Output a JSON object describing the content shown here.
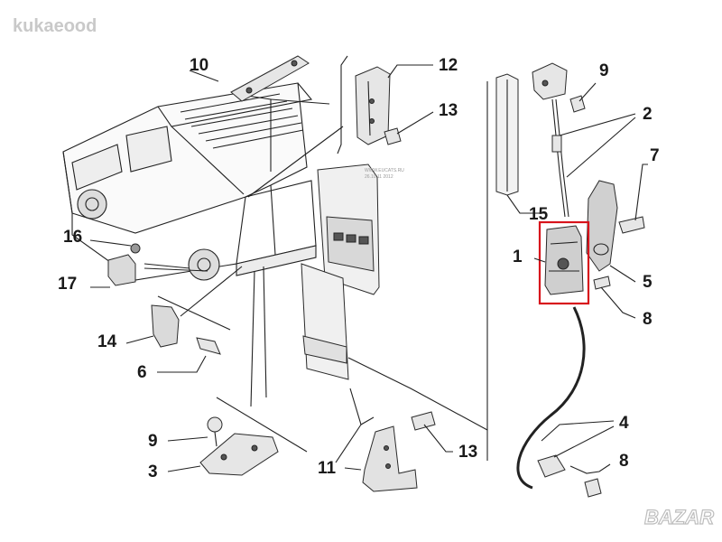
{
  "watermark_top": "kukaeood",
  "watermark_bottom": "BAZAR",
  "stamp_lines": [
    "WWW.EUCATS.RU",
    "26.10.11 2012"
  ],
  "highlight_color": "#d8141c",
  "callouts": {
    "c10": "10",
    "c12": "12",
    "c13a": "13",
    "c9a": "9",
    "c2": "2",
    "c7": "7",
    "c15": "15",
    "c16": "16",
    "c17": "17",
    "c1": "1",
    "c5": "5",
    "c8a": "8",
    "c14": "14",
    "c6": "6",
    "c4": "4",
    "c9b": "9",
    "c3": "3",
    "c11": "11",
    "c13b": "13",
    "c8b": "8"
  }
}
